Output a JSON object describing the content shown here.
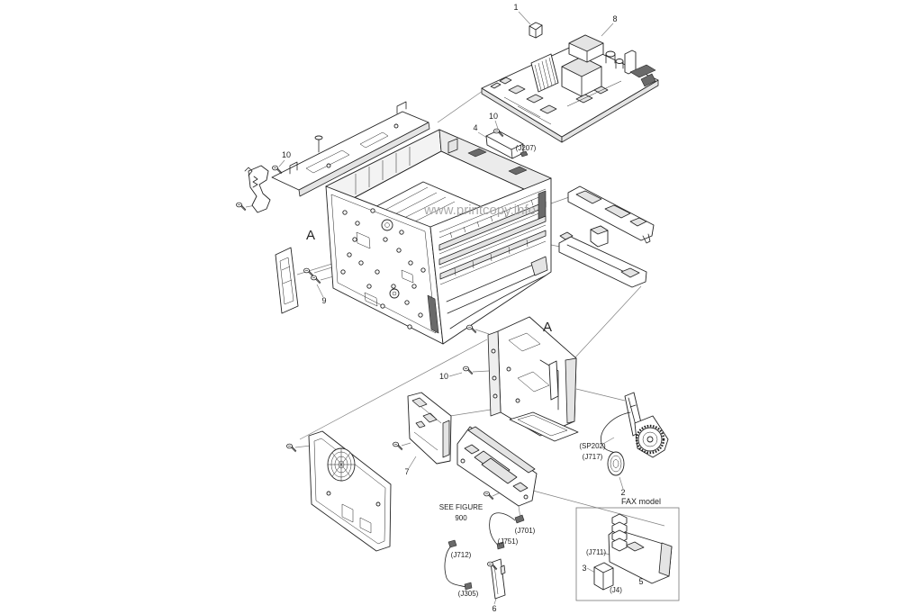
{
  "figure": {
    "watermark": "www.printcopy.info"
  },
  "callouts": {
    "part_1": "1",
    "part_8": "8",
    "part_10_top": "10",
    "part_4": "4",
    "connector_j207": "(J207)",
    "part_10_left": "10",
    "view_a_left": "A",
    "part_9": "9",
    "view_a_right": "A",
    "part_10_middle": "10",
    "connector_sp202": "(SP202)",
    "connector_j717": "(J717)",
    "part_2": "2",
    "part_7": "7",
    "see_figure": "SEE FIGURE",
    "see_figure_number": "900",
    "connector_j701": "(J701)",
    "connector_j751": "(J751)",
    "connector_j712": "(J712)",
    "connector_j305": "(J305)",
    "part_6": "6",
    "fax_model_title": "FAX model",
    "connector_j711": "(J711)",
    "part_3": "3",
    "connector_j4": "(J4)",
    "part_5": "5"
  },
  "colors": {
    "line": "#222222",
    "leader": "#808080",
    "watermark": "#9c9c9c"
  }
}
